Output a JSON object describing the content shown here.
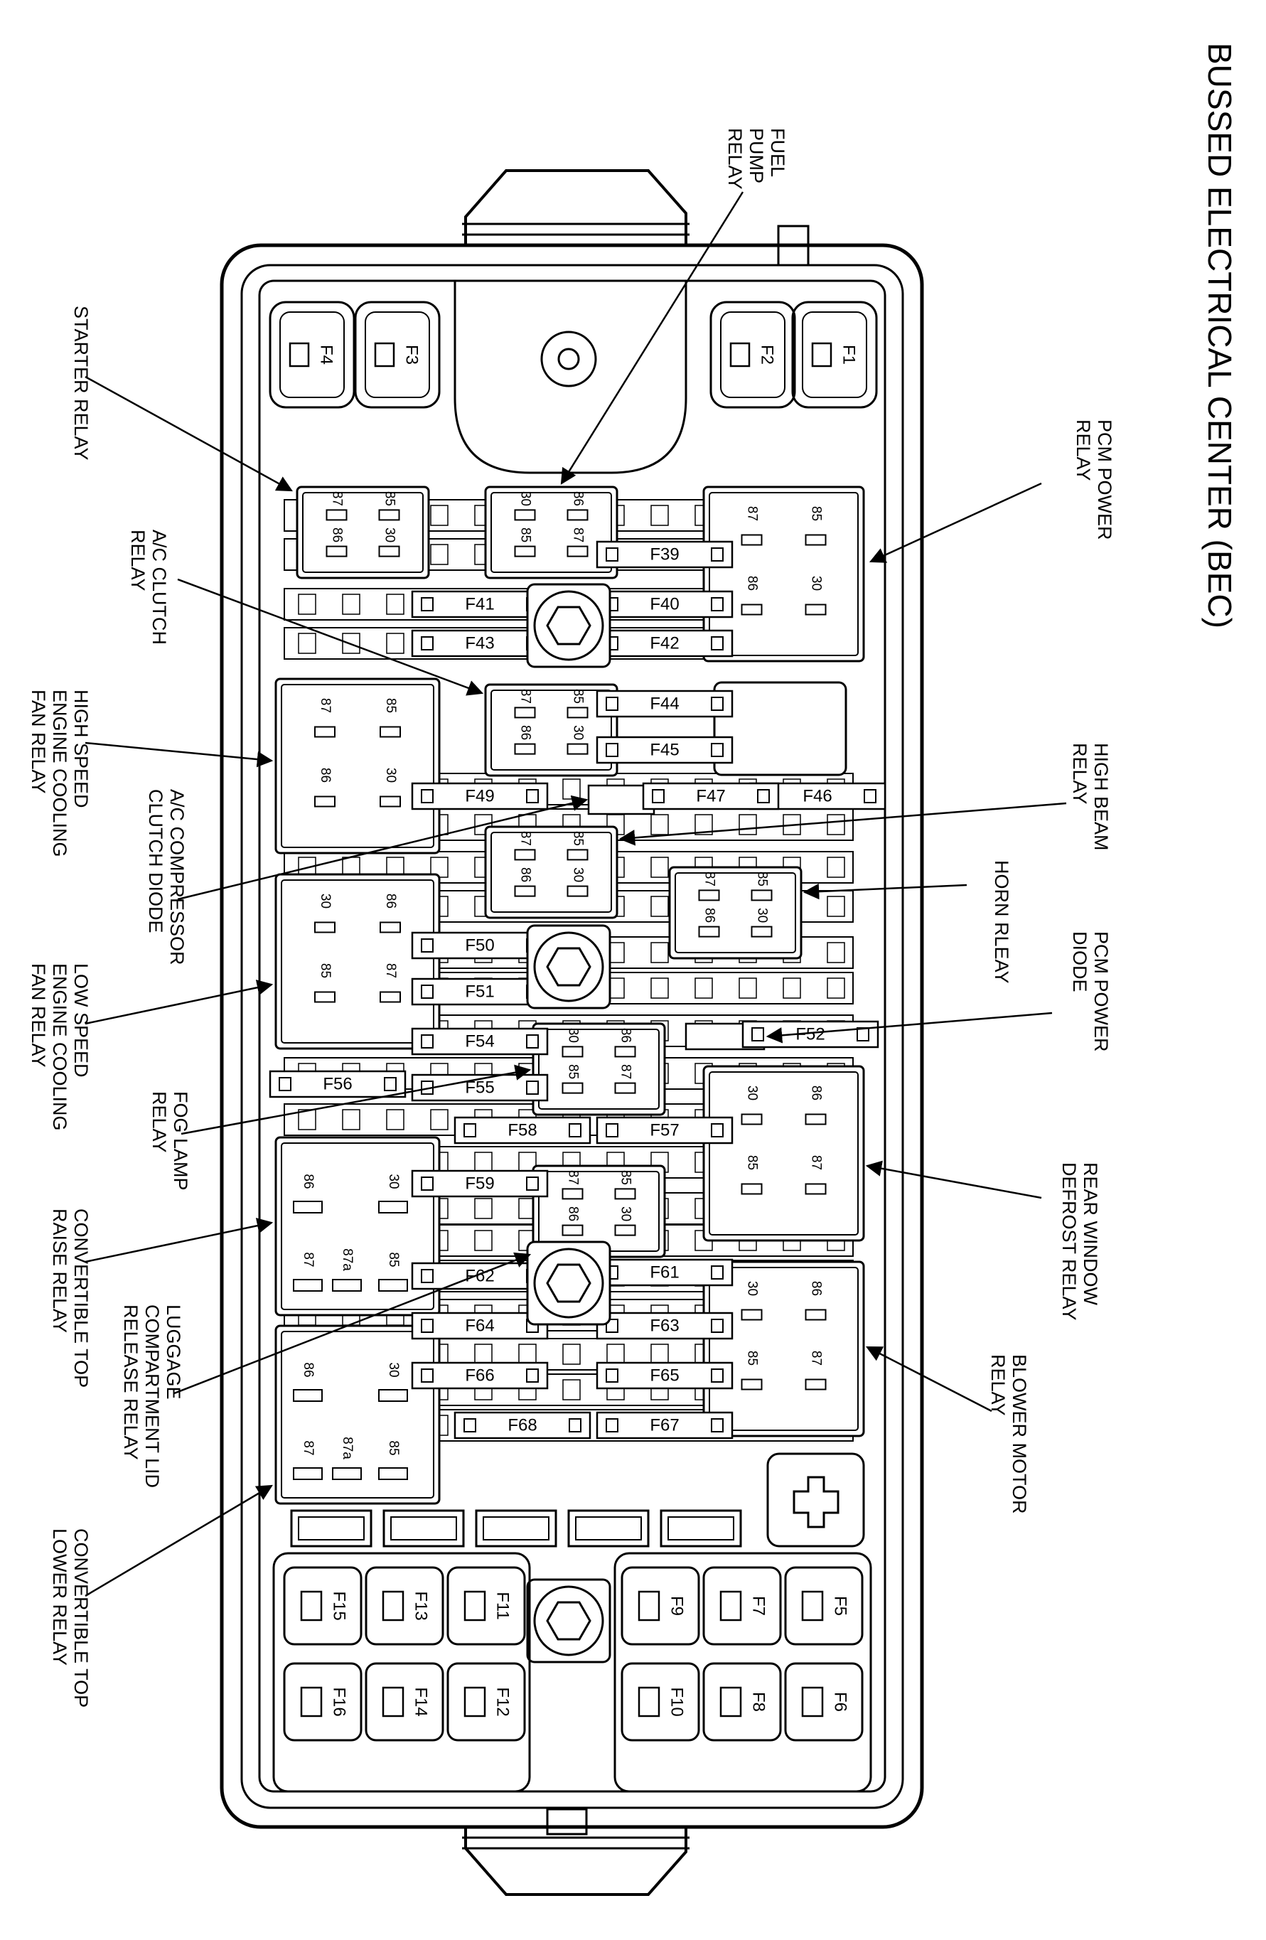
{
  "title": "BUSSED ELECTRICAL CENTER (BEC)",
  "callouts": {
    "fuel_pump_relay": [
      "FUEL",
      "PUMP",
      "RELAY"
    ],
    "starter_relay": [
      "STARTER RELAY"
    ],
    "pcm_power_relay": [
      "PCM POWER",
      "RELAY"
    ],
    "ac_clutch_relay": [
      "A/C CLUTCH",
      "RELAY"
    ],
    "high_speed_fan_relay": [
      "HIGH SPEED",
      "ENGINE COOLING",
      "FAN RELAY"
    ],
    "high_beam_relay": [
      "HIGH BEAM",
      "RELAY"
    ],
    "ac_compressor_clutch_diode": [
      "A/C COMPRESSOR",
      "CLUTCH DIODE"
    ],
    "horn_relay": [
      "HORN RLEAY"
    ],
    "pcm_power_diode": [
      "PCM POWER",
      "DIODE"
    ],
    "low_speed_fan_relay": [
      "LOW SPEED",
      "ENGINE COOLING",
      "FAN RELAY"
    ],
    "fog_lamp_relay": [
      "FOG LAMP",
      "RELAY"
    ],
    "rear_window_defrost_relay": [
      "REAR WINDOW",
      "DEFROST RELAY"
    ],
    "convertible_top_raise_relay": [
      "CONVERTIBLE TOP",
      "RAISE RELAY"
    ],
    "luggage_compartment_lid_release_relay": [
      "LUGGAGE",
      "COMPARTMENT LID",
      "RELEASE RELAY"
    ],
    "blower_motor_relay": [
      "BLOWER MOTOR",
      "RELAY"
    ],
    "convertible_top_lower_relay": [
      "CONVERTIBLE TOP",
      "LOWER RELAY"
    ]
  },
  "fuses": {
    "maxi": [
      "F1",
      "F2",
      "F3",
      "F4"
    ],
    "mini": [
      "F39",
      "F40",
      "F41",
      "F42",
      "F43",
      "F44",
      "F45",
      "F46",
      "F47",
      "F49",
      "F50",
      "F51",
      "F52",
      "F54",
      "F55",
      "F56",
      "F57",
      "F58",
      "F59",
      "F61",
      "F62",
      "F63",
      "F64",
      "F65",
      "F66",
      "F67",
      "F68"
    ],
    "cartridge": [
      "F5",
      "F6",
      "F7",
      "F8",
      "F9",
      "F10",
      "F11",
      "F12",
      "F13",
      "F14",
      "F15",
      "F16"
    ]
  },
  "relay_pins": {
    "four_pin": [
      "85",
      "87",
      "30",
      "86"
    ],
    "five_pin": [
      "86",
      "30",
      "87",
      "87a",
      "85"
    ]
  }
}
